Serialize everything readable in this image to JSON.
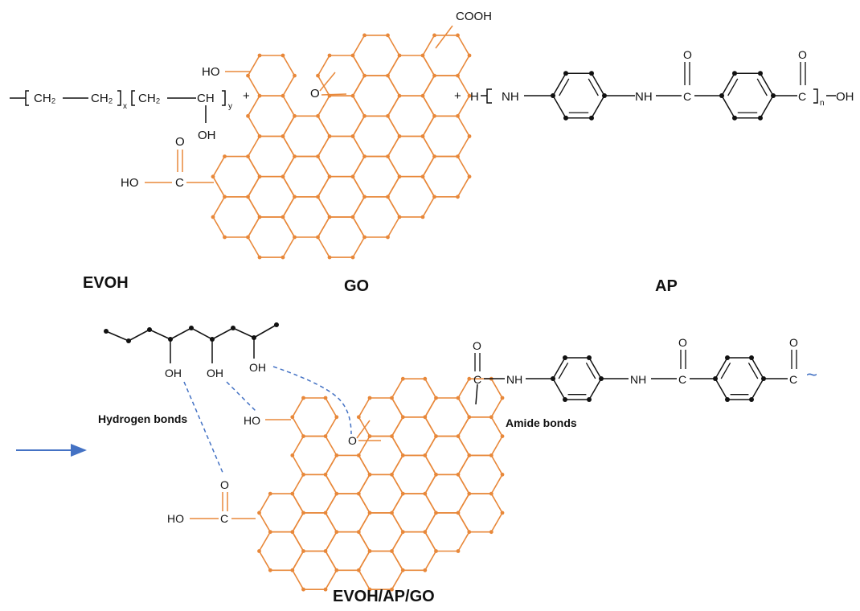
{
  "labels": {
    "evoh": "EVOH",
    "go": "GO",
    "ap": "AP",
    "product": "EVOH/AP/GO",
    "hydrogen_bonds": "Hydrogen bonds",
    "amide_bonds": "Amide bonds"
  },
  "evoh_formula": {
    "ch2_a": "CH₂",
    "ch2_b": "CH₂",
    "sub_x": "x",
    "ch2_c": "CH₂",
    "ch": "CH",
    "sub_y": "y",
    "plus": "+",
    "oh": "OH"
  },
  "go_groups": {
    "ho_top": "HO",
    "cooh": "COOH",
    "epoxy_o": "O",
    "carbonyl_o": "O",
    "ho_left": "HO",
    "c": "C"
  },
  "ap_formula": {
    "plus": "+",
    "h": "H",
    "nh_1": "NH",
    "nh_2": "NH",
    "o_1": "O",
    "c_1": "C",
    "o_2": "O",
    "c_2": "C",
    "sub_n": "n",
    "oh": "OH"
  },
  "product_groups": {
    "oh_1": "OH",
    "oh_2": "OH",
    "oh_3": "OH",
    "ho_go": "HO",
    "epoxy_o": "O",
    "o_amide_1": "O",
    "c_amide_1": "C",
    "nh_1": "NH",
    "nh_2": "NH",
    "o_amide_2": "O",
    "c_amide_2": "C",
    "o_amide_3": "O",
    "c_amide_3": "C",
    "tilde": "~",
    "o_carboxyl": "O",
    "ho_carboxyl": "HO",
    "c_carboxyl": "C"
  },
  "colors": {
    "graphene": "#E8883A",
    "bond": "#111111",
    "arrow": "#4472C4",
    "hbond": "#4472C4"
  }
}
